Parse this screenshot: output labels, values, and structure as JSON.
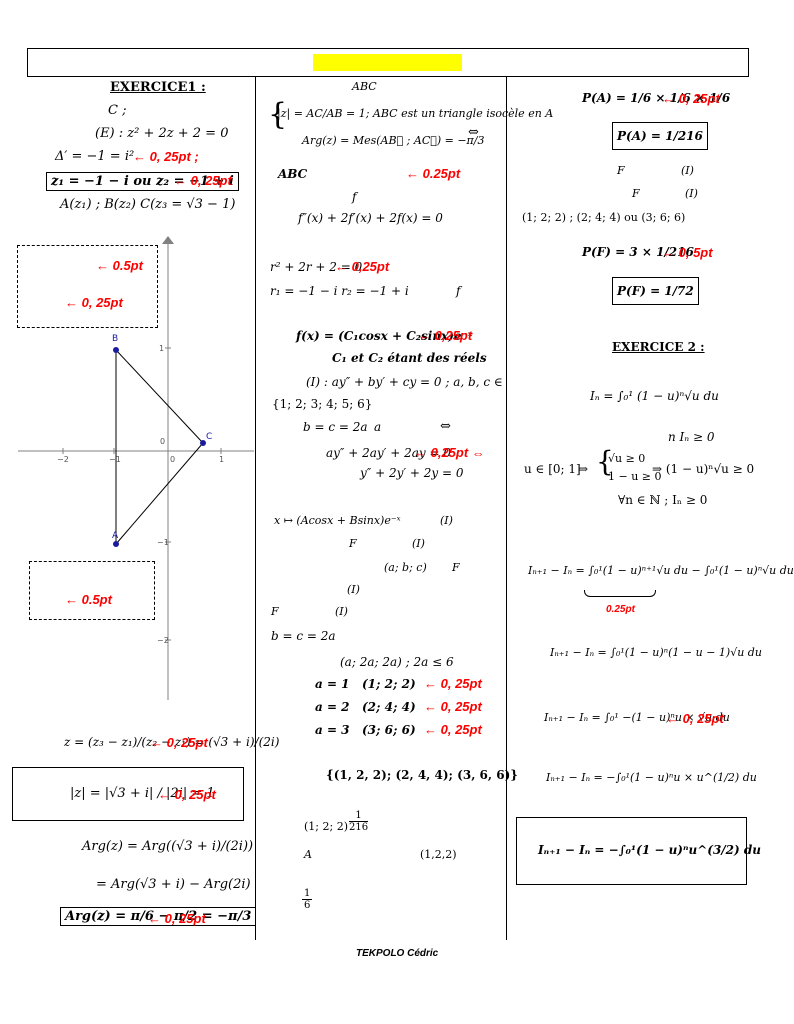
{
  "page": {
    "footer_signature": "TEKPOLO Cédric",
    "highlight_color": "#ffff00",
    "accent_color": "#ff0000"
  },
  "col1": {
    "title": "EXERCICE1 :",
    "c_line": "C ;",
    "eq_E": "(E) :   z² + 2z + 2 = 0",
    "delta": "Δ′ = −1 = i²",
    "pt_delta": "← 0, 25pt ;",
    "roots": "z₁ = −1 − i  ou  z₂ = −1 + i",
    "pt_roots": "← 0, 25pt",
    "points": "A(z₁) ;  B(z₂)      C(z₃ = √3 − 1)",
    "box1_pt1": "← 0.5pt",
    "box1_pt2": "← 0, 25pt",
    "box2_pt": "← 0.5pt",
    "z_def": "z = (z₃ − z₁)/(z₂ − z₁) = (√3 + i)/(2i)",
    "pt_z": "← 0, 25pt",
    "mod_z": "|z| = |√3 + i| / |2i| = 1",
    "pt_mod": "← 0, 25pt",
    "arg1": "Arg(z) = Arg((√3 + i)/(2i))",
    "arg2": "= Arg(√3 + i) − Arg(2i)",
    "arg3": "Arg(z) = π/6 − π/2 = −π/3",
    "pt_arg": "← 0, 25pt"
  },
  "graph": {
    "label_B": "B",
    "label_A": "A",
    "label_C": "C",
    "x_ticks": [
      "−2",
      "−1",
      "0",
      "1"
    ],
    "y_ticks": [
      "1",
      "−1",
      "−2"
    ],
    "origin": "0"
  },
  "col2": {
    "abc": "ABC",
    "sys1": "|z| = AC/AB = 1; ABC est un triangle isocèle en A",
    "sys2": "Arg(z) = Mes(AB⃗ ; AC⃗) = −π/3",
    "equiv": "⇔",
    "abc2": "ABC",
    "pt_abc": "← 0.25pt",
    "f_label": "f",
    "ode": "f″(x) + 2f′(x) + 2f(x) = 0",
    "char_eq": "r² + 2r + 2 = 0",
    "pt_char": "← 0,25pt",
    "r_roots": "r₁ = −1 − i     r₂ = −1 + i",
    "f_label2": "f",
    "sol": "f(x) = (C₁cosx + C₂sinx)e⁻ˣ",
    "pt_sol": "← 0,25pt",
    "consts": "C₁ et C₂ étant des réels",
    "eq_I": "(I) :  ay″ + by′ + cy = 0  ;  a, b, c ∈",
    "set": "{1; 2; 3; 4; 5; 6}",
    "bc": "b = c = 2a",
    "a_word": "a",
    "equiv2": "⇔",
    "ode2": "ay″ + 2ay′ + 2ay = 0",
    "pt_ode2": "← 0,25pt ⇔",
    "ode3": "y″ + 2y′ + 2y = 0",
    "map": "x ↦ (Acosx + Bsinx)e⁻ˣ",
    "I1": "(I)",
    "F1": "F",
    "I2": "(I)",
    "abc_tri": "(a; b; c)",
    "F2": "F",
    "I3": "(I)",
    "F3": "F",
    "I4": "(I)",
    "bc2": "b = c = 2a",
    "cond": "(a; 2a; 2a)  ;   2a ≤ 6",
    "rows": [
      {
        "a": "a = 1",
        "t": "(1; 2; 2)",
        "pt": "← 0, 25pt"
      },
      {
        "a": "a = 2",
        "t": "(2; 4; 4)",
        "pt": "← 0, 25pt"
      },
      {
        "a": "a = 3",
        "t": "(3; 6; 6)",
        "pt": "← 0, 25pt"
      }
    ],
    "set_sol": "{(1, 2, 2); (2, 4, 4); (3, 6, 6)}",
    "t122": "(1; 2; 2)",
    "p_frac_num": "1",
    "p_frac_den": "216",
    "A_label": "A",
    "t122b": "(1,2,2)",
    "small_num": "1",
    "small_den": "6"
  },
  "col3": {
    "pA": "P(A) = 1/6 × 1/6 × 1/6",
    "pt_pA": "← 0, 25pt",
    "pA_box": "P(A) = 1/216",
    "F_a": "F",
    "I_a": "(I)",
    "F_b": "F",
    "I_b": "(I)",
    "triples": "(1; 2; 2)  ;  (2; 4; 4)  ou  (3; 6; 6)",
    "pF": "P(F) = 3 × 1/216",
    "pt_pF": "← 0, 5pt",
    "pF_box": "P(F) = 1/72",
    "ex2_title": "EXERCICE 2 :",
    "In_def": "Iₙ = ∫₀¹ (1 − u)ⁿ√u du",
    "n_pos": "n  Iₙ ≥ 0",
    "u_in": "u ∈ [0; 1]",
    "arrow1": "⇒",
    "sys_a": "√u ≥ 0",
    "sys_b": "1 − u ≥ 0",
    "impl": "⇒  (1 − u)ⁿ√u  ≥ 0",
    "forall": "∀n ∈ ℕ  ;   Iₙ ≥ 0",
    "diff1": "Iₙ₊₁ − Iₙ = ∫₀¹(1 − u)ⁿ⁺¹√u du − ∫₀¹(1 − u)ⁿ√u du",
    "pt_brace": "0.25pt",
    "diff2": "Iₙ₊₁ − Iₙ = ∫₀¹(1 − u)ⁿ(1 − u − 1)√u du",
    "diff3": "Iₙ₊₁ − Iₙ = ∫₀¹ −(1 − u)ⁿu × √u du",
    "pt_diff3": "← 0, 25pt",
    "diff4": "Iₙ₊₁ − Iₙ = −∫₀¹(1 − u)ⁿu × u^(1/2) du",
    "diff5": "Iₙ₊₁ − Iₙ = −∫₀¹(1 − u)ⁿu^(3/2) du"
  }
}
